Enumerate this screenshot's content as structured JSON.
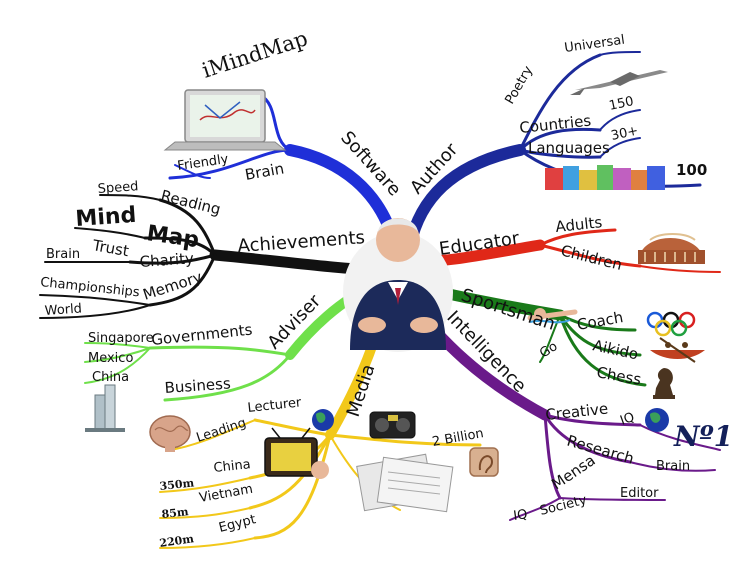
{
  "colors": {
    "software": "#1f2fd8",
    "author": "#1c2a9a",
    "educator": "#e02818",
    "sportsman": "#1a7a1a",
    "intelligence": "#6a1a8a",
    "media": "#f2c81a",
    "adviser": "#6fe04a",
    "achievements": "#111111"
  },
  "branches": {
    "software": {
      "label": "Software",
      "title": "iMindMap",
      "items": [
        "Brain",
        "Friendly"
      ]
    },
    "author": {
      "label": "Author",
      "items": [
        "Universal",
        "Poetry",
        "Countries",
        "150",
        "Languages",
        "30+",
        "100"
      ]
    },
    "educator": {
      "label": "Educator",
      "items": [
        "Adults",
        "Children"
      ]
    },
    "sportsman": {
      "label": "Sportsman",
      "items": [
        "Coach",
        "Go",
        "Aikido",
        "Chess"
      ]
    },
    "intelligence": {
      "label": "Intelligence",
      "items": [
        "Creative",
        "IQ",
        "Nº1",
        "Research",
        "Brain",
        "Mensa",
        "Editor",
        "IQ",
        "Society"
      ]
    },
    "media": {
      "label": "Media",
      "items": [
        "Lecturer",
        "Leading",
        "2 Billion",
        "China",
        "350m",
        "Vietnam",
        "85m",
        "Egypt",
        "220m"
      ]
    },
    "adviser": {
      "label": "Adviser",
      "items": [
        "Governments",
        "Singapore",
        "Mexico",
        "China",
        "Business"
      ]
    },
    "achievements": {
      "label": "Achievements",
      "items": [
        "Speed",
        "Reading",
        "Mind",
        "Map",
        "Brain",
        "Trust",
        "Charity",
        "Championships",
        "Memory",
        "World"
      ]
    }
  },
  "icons": [
    "laptop-icon",
    "concorde-plane-icon",
    "books-icon",
    "royal-albert-hall-icon",
    "swimmer-icon",
    "olympic-rings-icon",
    "canoe-icon",
    "chess-knight-icon",
    "globe-icon",
    "brain-icon",
    "tv-icon",
    "radio-icon",
    "newspapers-icon",
    "ear-icon",
    "skyscraper-icon",
    "central-portrait"
  ]
}
